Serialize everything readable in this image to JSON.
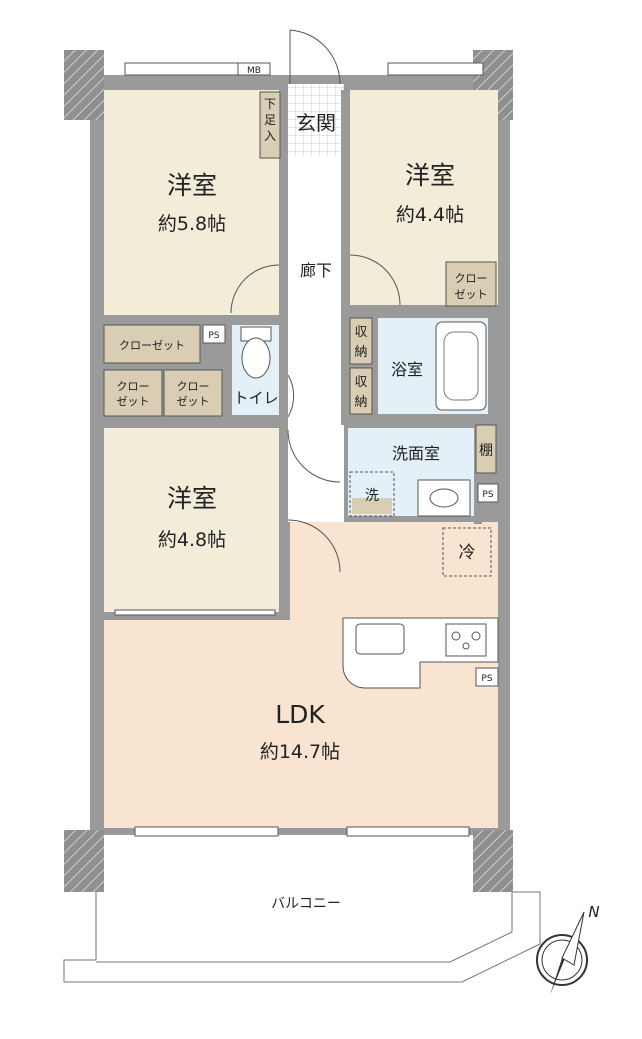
{
  "rooms": {
    "western_room_1": {
      "name": "洋室",
      "size": "約5.8帖"
    },
    "western_room_2": {
      "name": "洋室",
      "size": "約4.4帖"
    },
    "western_room_3": {
      "name": "洋室",
      "size": "約4.8帖"
    },
    "ldk": {
      "name": "LDK",
      "size": "約14.7帖"
    }
  },
  "labels": {
    "entrance": "玄関",
    "shoe_storage": "下足入",
    "mb": "MB",
    "hallway": "廊下",
    "closet": "クローゼット",
    "closet_short": "クロー",
    "closet_short_2": "ゼット",
    "ps": "PS",
    "toilet": "トイレ",
    "storage": "収納",
    "bathroom": "浴室",
    "washroom": "洗面室",
    "shelf": "棚",
    "laundry": "洗",
    "fridge": "冷",
    "balcony": "バルコニー",
    "north": "N"
  },
  "colors": {
    "room_floor": "#f2ecd8",
    "ldk_floor": "#f8e4d0",
    "wet_floor": "#e4f0f7",
    "wall": "#9a9a9a",
    "closet": "#d9ceb4",
    "stroke": "#555555"
  }
}
